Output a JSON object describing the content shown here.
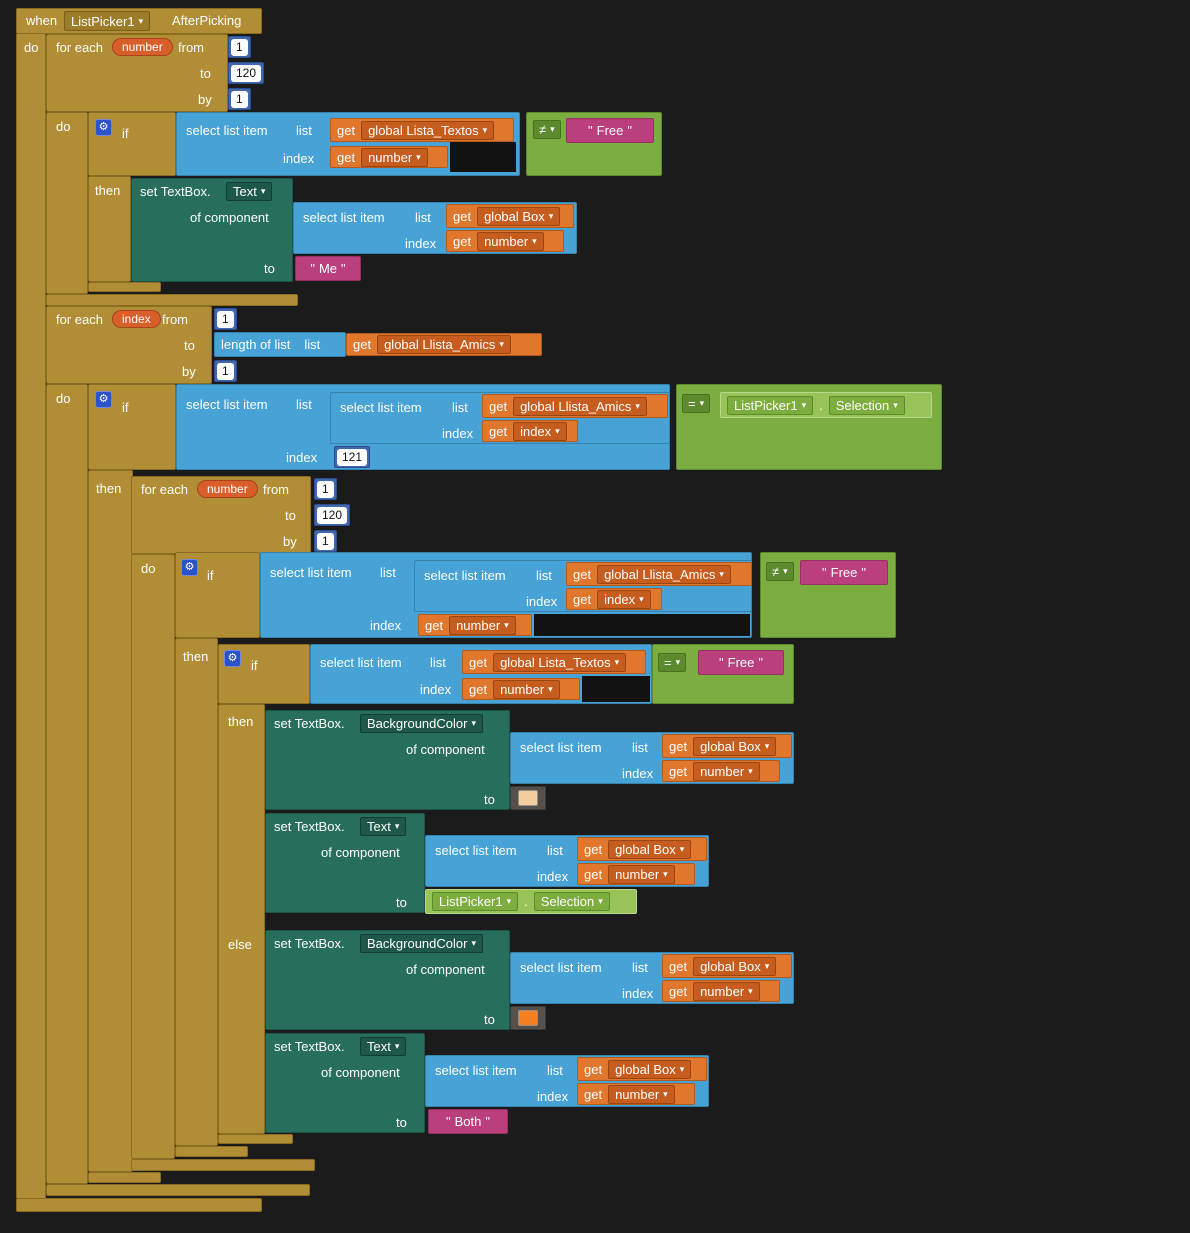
{
  "colors": {
    "canvas_bg": "#1b1b1b",
    "control_gold": "#b18e35",
    "lists_blue": "#47a2d6",
    "variables_orange": "#e0772d",
    "logic_green": "#7cad41",
    "component_set_teal": "#276e5d",
    "component_get_green": "#97c358",
    "text_pink": "#bb3f7d",
    "math_blue": "#4068b0",
    "then_color_swatch": "#f4cc9e",
    "else_color_swatch": "#f57f1e"
  },
  "icons": {
    "dropdown_arrow": "▾",
    "mutator_gear": "⚙"
  },
  "labels": {
    "when": "when",
    "do": "do",
    "if": "if",
    "then": "then",
    "else": "else",
    "for_each": "for each",
    "from": "from",
    "to": "to",
    "by": "by",
    "get": "get",
    "set_textbox": "set TextBox.",
    "of_component": "of component",
    "select_list_item": "select list item",
    "list": "list",
    "index": "index",
    "length_of_list": "length of list",
    "dot": ".",
    "quote": "\""
  },
  "event": {
    "component": "ListPicker1",
    "name": "AfterPicking"
  },
  "vars": {
    "number": "number",
    "index": "index",
    "global_lista_textos": "global Lista_Textos",
    "global_llista_amics": "global Llista_Amics",
    "global_box": "global Box"
  },
  "numbers": {
    "one": "1",
    "one_twenty": "120",
    "one_twenty_one": "121"
  },
  "ops": {
    "ne": "≠",
    "eq": "="
  },
  "strings": {
    "free": "Free",
    "me": "Me",
    "both": "Both"
  },
  "props": {
    "text": "Text",
    "background_color": "BackgroundColor"
  },
  "component_getter": {
    "component": "ListPicker1",
    "property": "Selection"
  }
}
